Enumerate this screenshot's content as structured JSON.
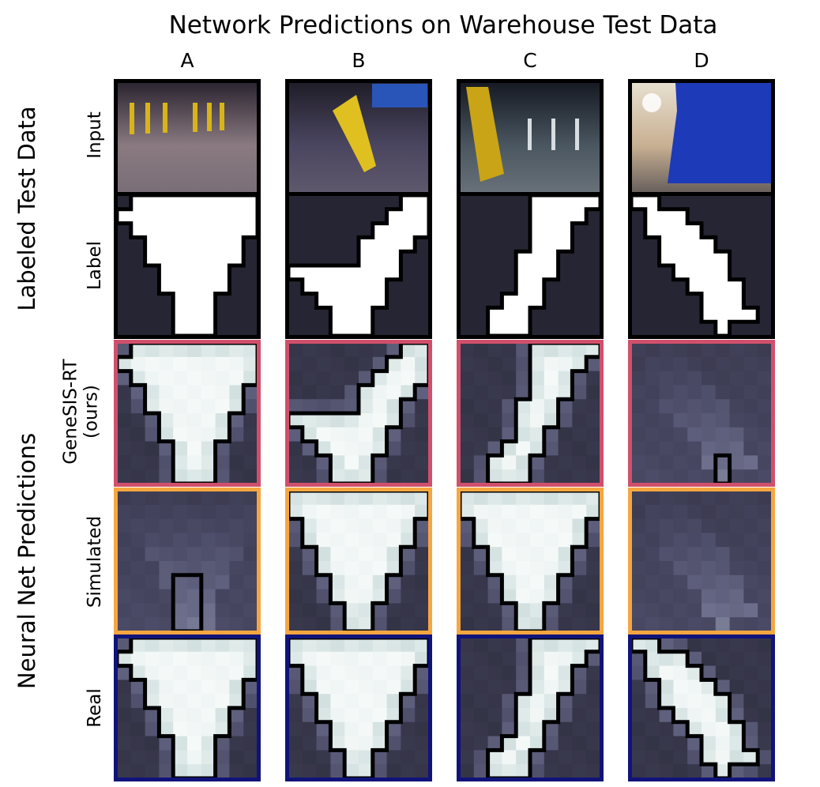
{
  "title": "Network Predictions on Warehouse Test Data",
  "columns": [
    "A",
    "B",
    "C",
    "D"
  ],
  "groups": {
    "labeled": "Labeled Test Data",
    "predictions": "Neural Net Predictions"
  },
  "rows": {
    "input": "Input",
    "label": "Label",
    "genesis_line1": "GeneSIS-RT",
    "genesis_line2": "(ours)",
    "simulated": "Simulated",
    "real": "Real"
  },
  "colors": {
    "background_dark": "#262533",
    "label_white": "#ffffff",
    "genesis_border": "#d0506c",
    "simulated_border": "#f6a640",
    "real_border": "#10137a",
    "contour": "#000000"
  },
  "label_masks": {
    "A": [
      [
        0,
        1,
        1,
        1,
        1,
        1,
        1,
        1,
        1,
        1
      ],
      [
        1,
        1,
        1,
        1,
        1,
        1,
        1,
        1,
        1,
        1
      ],
      [
        0,
        1,
        1,
        1,
        1,
        1,
        1,
        1,
        1,
        1
      ],
      [
        0,
        0,
        1,
        1,
        1,
        1,
        1,
        1,
        1,
        0
      ],
      [
        0,
        0,
        1,
        1,
        1,
        1,
        1,
        1,
        1,
        0
      ],
      [
        0,
        0,
        0,
        1,
        1,
        1,
        1,
        1,
        0,
        0
      ],
      [
        0,
        0,
        0,
        1,
        1,
        1,
        1,
        1,
        0,
        0
      ],
      [
        0,
        0,
        0,
        0,
        1,
        1,
        1,
        0,
        0,
        0
      ],
      [
        0,
        0,
        0,
        0,
        1,
        1,
        1,
        0,
        0,
        0
      ],
      [
        0,
        0,
        0,
        0,
        1,
        1,
        1,
        0,
        0,
        0
      ]
    ],
    "B": [
      [
        0,
        0,
        0,
        0,
        0,
        0,
        0,
        0,
        1,
        1
      ],
      [
        0,
        0,
        0,
        0,
        0,
        0,
        0,
        1,
        1,
        1
      ],
      [
        0,
        0,
        0,
        0,
        0,
        0,
        1,
        1,
        1,
        1
      ],
      [
        0,
        0,
        0,
        0,
        0,
        1,
        1,
        1,
        1,
        0
      ],
      [
        0,
        0,
        0,
        0,
        0,
        1,
        1,
        1,
        0,
        0
      ],
      [
        1,
        1,
        1,
        1,
        1,
        1,
        1,
        1,
        0,
        0
      ],
      [
        0,
        1,
        1,
        1,
        1,
        1,
        1,
        0,
        0,
        0
      ],
      [
        0,
        0,
        1,
        1,
        1,
        1,
        1,
        0,
        0,
        0
      ],
      [
        0,
        0,
        0,
        1,
        1,
        1,
        0,
        0,
        0,
        0
      ],
      [
        0,
        0,
        0,
        1,
        1,
        1,
        0,
        0,
        0,
        0
      ]
    ],
    "C": [
      [
        0,
        0,
        0,
        0,
        0,
        1,
        1,
        1,
        1,
        1
      ],
      [
        0,
        0,
        0,
        0,
        0,
        1,
        1,
        1,
        1,
        0
      ],
      [
        0,
        0,
        0,
        0,
        0,
        1,
        1,
        1,
        0,
        0
      ],
      [
        0,
        0,
        0,
        0,
        0,
        1,
        1,
        1,
        0,
        0
      ],
      [
        0,
        0,
        0,
        0,
        1,
        1,
        1,
        0,
        0,
        0
      ],
      [
        0,
        0,
        0,
        0,
        1,
        1,
        1,
        0,
        0,
        0
      ],
      [
        0,
        0,
        0,
        0,
        1,
        1,
        0,
        0,
        0,
        0
      ],
      [
        0,
        0,
        0,
        1,
        1,
        1,
        0,
        0,
        0,
        0
      ],
      [
        0,
        0,
        1,
        1,
        1,
        0,
        0,
        0,
        0,
        0
      ],
      [
        0,
        0,
        1,
        1,
        1,
        0,
        0,
        0,
        0,
        0
      ]
    ],
    "D": [
      [
        1,
        1,
        0,
        0,
        0,
        0,
        0,
        0,
        0,
        0
      ],
      [
        0,
        1,
        1,
        1,
        0,
        0,
        0,
        0,
        0,
        0
      ],
      [
        0,
        1,
        1,
        1,
        1,
        0,
        0,
        0,
        0,
        0
      ],
      [
        0,
        0,
        1,
        1,
        1,
        1,
        0,
        0,
        0,
        0
      ],
      [
        0,
        0,
        1,
        1,
        1,
        1,
        1,
        0,
        0,
        0
      ],
      [
        0,
        0,
        0,
        1,
        1,
        1,
        1,
        0,
        0,
        0
      ],
      [
        0,
        0,
        0,
        0,
        1,
        1,
        1,
        1,
        0,
        0
      ],
      [
        0,
        0,
        0,
        0,
        0,
        1,
        1,
        1,
        0,
        0
      ],
      [
        0,
        0,
        0,
        0,
        0,
        1,
        1,
        1,
        1,
        0
      ],
      [
        0,
        0,
        0,
        0,
        0,
        0,
        1,
        0,
        0,
        0
      ]
    ]
  }
}
